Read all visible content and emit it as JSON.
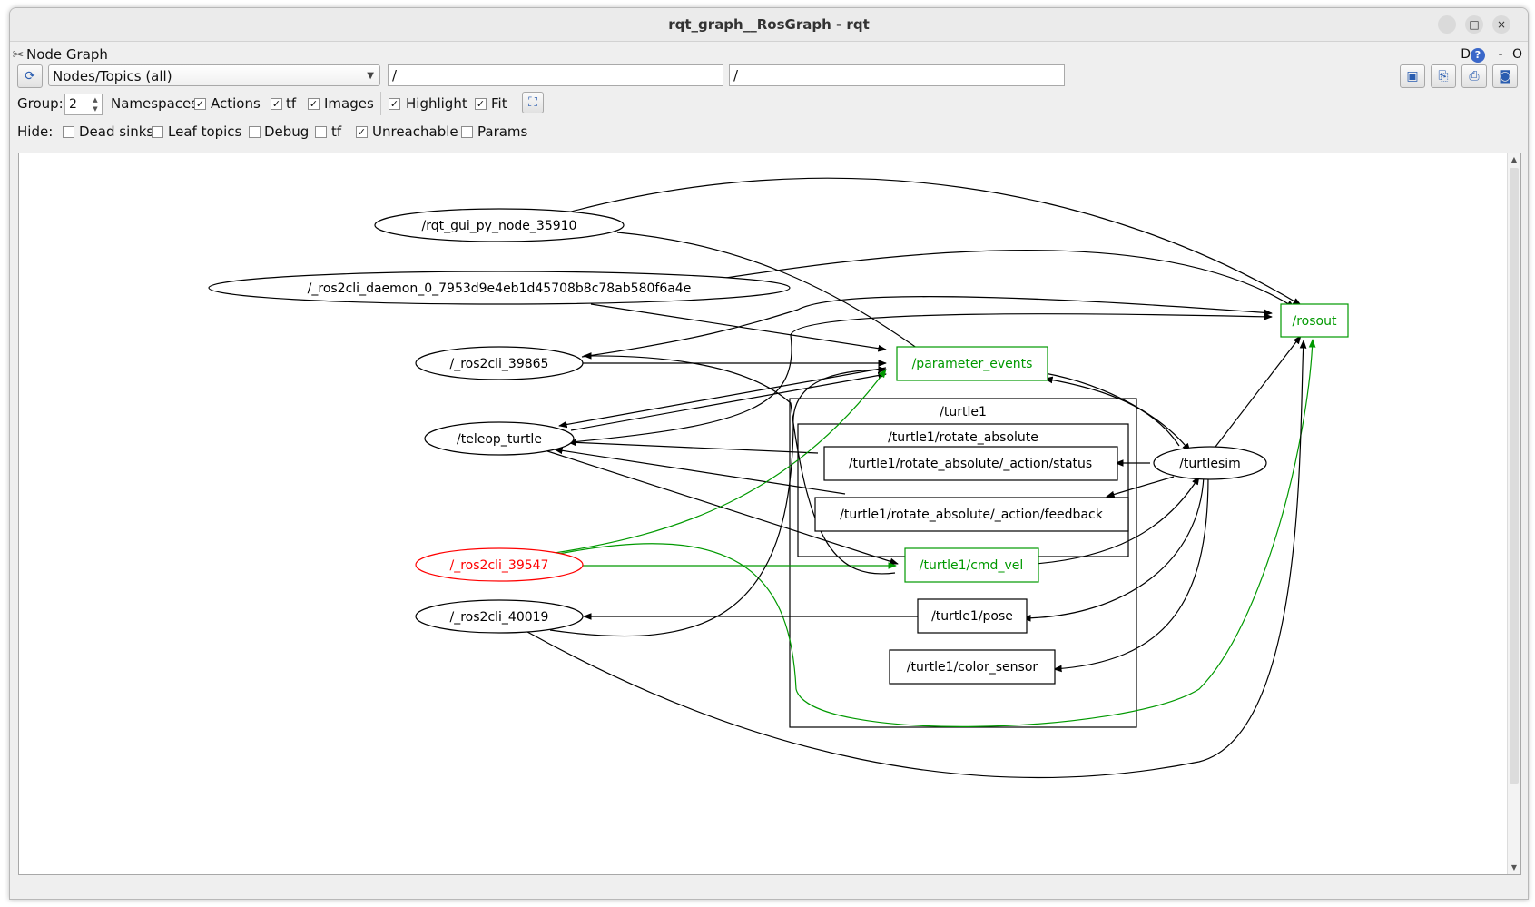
{
  "window": {
    "title": "rqt_graph__RosGraph - rqt",
    "controls": [
      "–",
      "□",
      "×"
    ]
  },
  "dock": {
    "title": "Node Graph",
    "right_d": "D",
    "right_help": "?",
    "right_dash": "-",
    "right_o": "O"
  },
  "toolbar": {
    "refresh_icon": "refresh-icon",
    "mode_select": "Nodes/Topics (all)",
    "filter_include": "/",
    "filter_exclude": "/",
    "right_buttons": [
      "load-icon",
      "save-dot-icon",
      "save-svg-icon",
      "screenshot-icon"
    ]
  },
  "options": {
    "group_label": "Group:",
    "group_value": "2",
    "namespaces_label": "Namespaces",
    "actions_label": "Actions",
    "actions_checked": true,
    "tf_label": "tf",
    "tf_checked": true,
    "images_label": "Images",
    "images_checked": true,
    "highlight_label": "Highlight",
    "highlight_checked": true,
    "fit_label": "Fit",
    "fit_checked": true
  },
  "hide": {
    "label": "Hide:",
    "dead_sinks": "Dead sinks",
    "leaf_topics": "Leaf topics",
    "debug": "Debug",
    "tf": "tf",
    "unreachable": "Unreachable",
    "unreachable_checked": true,
    "params": "Params"
  },
  "graph": {
    "colors": {
      "normal": "#000000",
      "highlight": "#009900",
      "error": "#ff0000"
    },
    "nodes": [
      {
        "id": "rqt_gui",
        "label": "/rqt_gui_py_node_35910",
        "shape": "ellipse",
        "state": "normal"
      },
      {
        "id": "daemon",
        "label": "/_ros2cli_daemon_0_7953d9e4eb1d45708b8c78ab580f6a4e",
        "shape": "ellipse",
        "state": "normal"
      },
      {
        "id": "cli39865",
        "label": "/_ros2cli_39865",
        "shape": "ellipse",
        "state": "normal"
      },
      {
        "id": "teleop",
        "label": "/teleop_turtle",
        "shape": "ellipse",
        "state": "normal"
      },
      {
        "id": "cli39547",
        "label": "/_ros2cli_39547",
        "shape": "ellipse",
        "state": "error"
      },
      {
        "id": "cli40019",
        "label": "/_ros2cli_40019",
        "shape": "ellipse",
        "state": "normal"
      },
      {
        "id": "turtlesim",
        "label": "/turtlesim",
        "shape": "ellipse",
        "state": "normal"
      },
      {
        "id": "param_events",
        "label": "/parameter_events",
        "shape": "box",
        "state": "highlight"
      },
      {
        "id": "rosout",
        "label": "/rosout",
        "shape": "box",
        "state": "highlight"
      },
      {
        "id": "status",
        "label": "/turtle1/rotate_absolute/_action/status",
        "shape": "box",
        "state": "normal"
      },
      {
        "id": "feedback",
        "label": "/turtle1/rotate_absolute/_action/feedback",
        "shape": "box",
        "state": "normal"
      },
      {
        "id": "cmd_vel",
        "label": "/turtle1/cmd_vel",
        "shape": "box",
        "state": "highlight"
      },
      {
        "id": "pose",
        "label": "/turtle1/pose",
        "shape": "box",
        "state": "normal"
      },
      {
        "id": "color_sensor",
        "label": "/turtle1/color_sensor",
        "shape": "box",
        "state": "normal"
      }
    ],
    "clusters": [
      {
        "id": "turtle1",
        "label": "/turtle1"
      },
      {
        "id": "rotate_absolute",
        "label": "/turtle1/rotate_absolute"
      }
    ],
    "edges": [
      [
        "rqt_gui",
        "rosout"
      ],
      [
        "rqt_gui",
        "param_events"
      ],
      [
        "daemon",
        "rosout"
      ],
      [
        "daemon",
        "param_events"
      ],
      [
        "cli39865",
        "param_events"
      ],
      [
        "cli39865",
        "rosout"
      ],
      [
        "param_events",
        "teleop"
      ],
      [
        "teleop",
        "param_events"
      ],
      [
        "teleop",
        "rosout"
      ],
      [
        "teleop",
        "cmd_vel"
      ],
      [
        "status",
        "teleop"
      ],
      [
        "feedback",
        "teleop"
      ],
      [
        "param_events",
        "turtlesim"
      ],
      [
        "turtlesim",
        "param_events"
      ],
      [
        "turtlesim",
        "rosout"
      ],
      [
        "turtlesim",
        "status"
      ],
      [
        "turtlesim",
        "feedback"
      ],
      [
        "cmd_vel",
        "turtlesim"
      ],
      [
        "turtlesim",
        "pose"
      ],
      [
        "turtlesim",
        "color_sensor"
      ],
      [
        "cli39547",
        "param_events"
      ],
      [
        "cli39547",
        "cmd_vel"
      ],
      [
        "cli39547",
        "rosout"
      ],
      [
        "cli40019",
        "rosout"
      ],
      [
        "cli40019",
        "param_events"
      ],
      [
        "pose",
        "cli40019"
      ],
      [
        "cli39865",
        "cmd_vel"
      ]
    ]
  }
}
